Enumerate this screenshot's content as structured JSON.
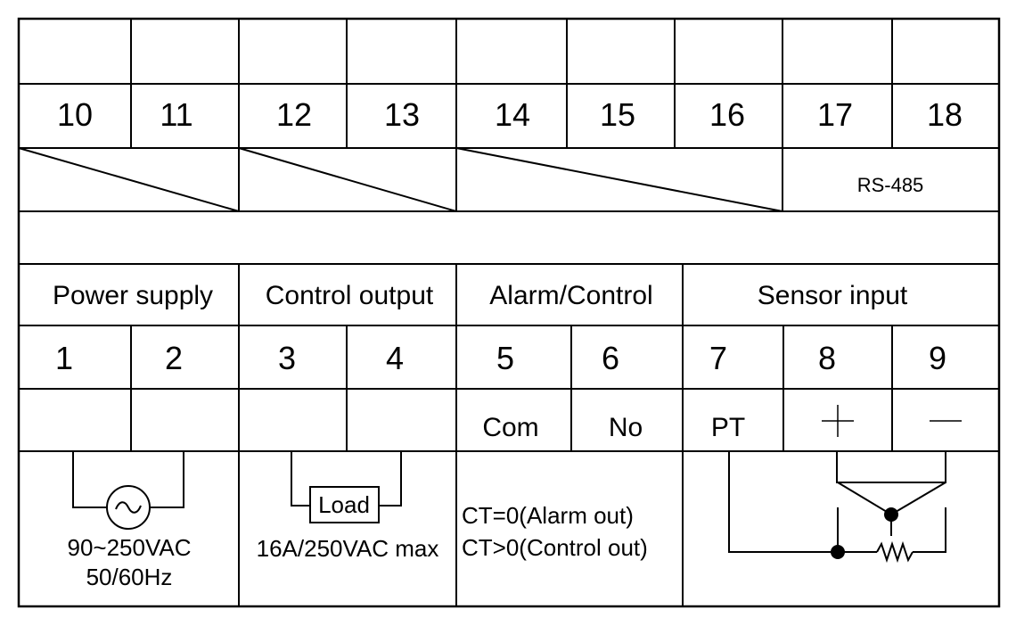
{
  "top_terminals": [
    "10",
    "11",
    "12",
    "13",
    "14",
    "15",
    "16",
    "17",
    "18"
  ],
  "rs485_label": "RS-485",
  "bottom_terminals": [
    "1",
    "2",
    "3",
    "4",
    "5",
    "6",
    "7",
    "8",
    "9"
  ],
  "groups": {
    "power": "Power supply",
    "control": "Control output",
    "alarm": "Alarm/Control",
    "sensor": "Sensor input"
  },
  "terminal_labels": {
    "t5": "Com",
    "t6": "No",
    "t7": "PT",
    "t8": "+",
    "t9": "—"
  },
  "power_text": [
    "90~250VAC",
    "50/60Hz"
  ],
  "load_box": "Load",
  "control_text": "16A/250VAC max",
  "alarm_text": [
    "CT=0(Alarm out)",
    "CT>0(Control out)"
  ],
  "colors": {
    "line": "#000000",
    "background": "#ffffff"
  }
}
